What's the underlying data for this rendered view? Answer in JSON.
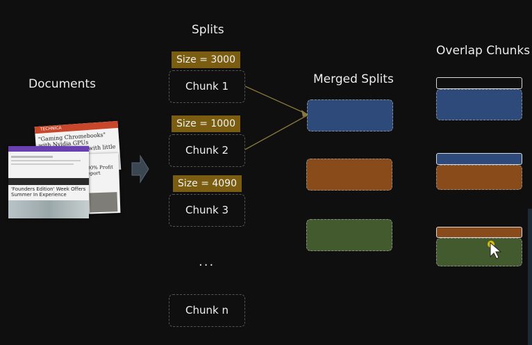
{
  "headings": {
    "documents": "Documents",
    "splits": "Splits",
    "merged": "Merged Splits",
    "overlap": "Overlap Chunks"
  },
  "chunks": [
    {
      "size_label": "Size = 3000",
      "label": "Chunk 1"
    },
    {
      "size_label": "Size = 1000",
      "label": "Chunk 2"
    },
    {
      "size_label": "Size = 4090",
      "label": "Chunk 3"
    }
  ],
  "ellipsis": "...",
  "last_chunk": "Chunk n",
  "colors": {
    "size_badge": "#7a5d10",
    "merged_blue": "#2e4a7a",
    "merged_orange": "#8a4b1a",
    "merged_green": "#435a2e",
    "arrow": "#8a7a3a"
  },
  "documents": {
    "front_headline": "'Founders Edition' Week Offers Summer In Experience",
    "middle_headline": "Nvidia Makes 1,000% Profit on H100 GPUs: Report",
    "back_headline": "\"Gaming Chromebooks\" with Nvidia GPUs apparently killed with little fanfare",
    "back_logo": "TECHNICA"
  }
}
